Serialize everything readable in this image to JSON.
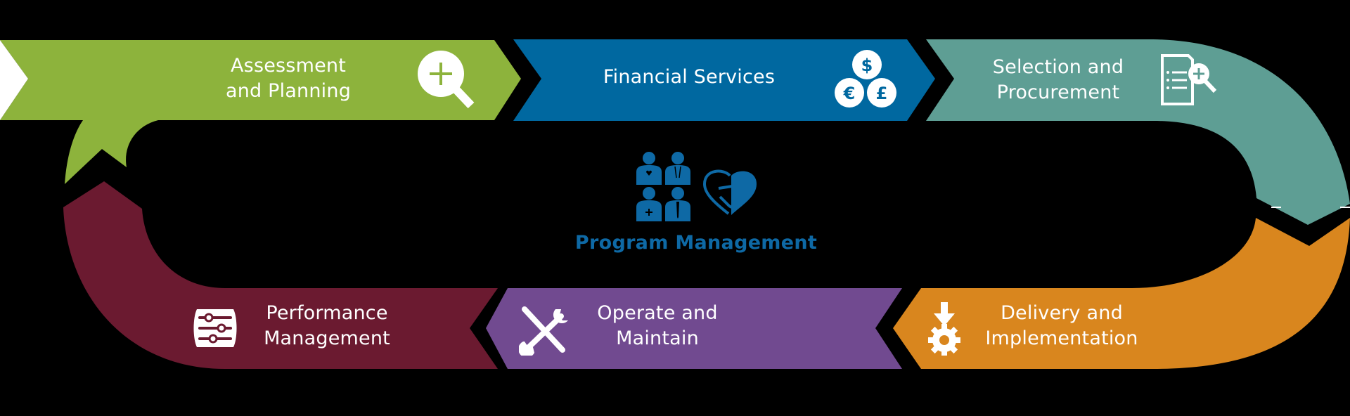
{
  "diagram": {
    "title": "Program Management",
    "colors": {
      "background": "#000000",
      "assessment": "#8db33c",
      "financial": "#0068a0",
      "selection": "#5e9e94",
      "delivery": "#d9861e",
      "operate": "#714a90",
      "performance": "#6b1a30",
      "center": "#0e69a5"
    },
    "stages": [
      {
        "id": "assessment",
        "line1": "Assessment",
        "line2": "and Planning",
        "icon": "magnifier-plus-icon",
        "color": "#8db33c",
        "order": 1
      },
      {
        "id": "financial",
        "line1": "Financial Services",
        "line2": "",
        "icon": "currency-coins-icon",
        "color": "#0068a0",
        "order": 2
      },
      {
        "id": "selection",
        "line1": "Selection and",
        "line2": "Procurement",
        "icon": "document-search-icon",
        "color": "#5e9e94",
        "order": 3
      },
      {
        "id": "delivery",
        "line1": "Delivery and",
        "line2": "Implementation",
        "icon": "download-gear-icon",
        "color": "#d9861e",
        "order": 4
      },
      {
        "id": "operate",
        "line1": "Operate and",
        "line2": "Maintain",
        "icon": "wrench-screwdriver-icon",
        "color": "#714a90",
        "order": 5
      },
      {
        "id": "performance",
        "line1": "Performance",
        "line2": "Management",
        "icon": "sliders-icon",
        "color": "#6b1a30",
        "order": 6
      }
    ],
    "center": {
      "label": "Program Management",
      "icons": [
        "care-team-icon",
        "handshake-heart-icon"
      ]
    }
  }
}
